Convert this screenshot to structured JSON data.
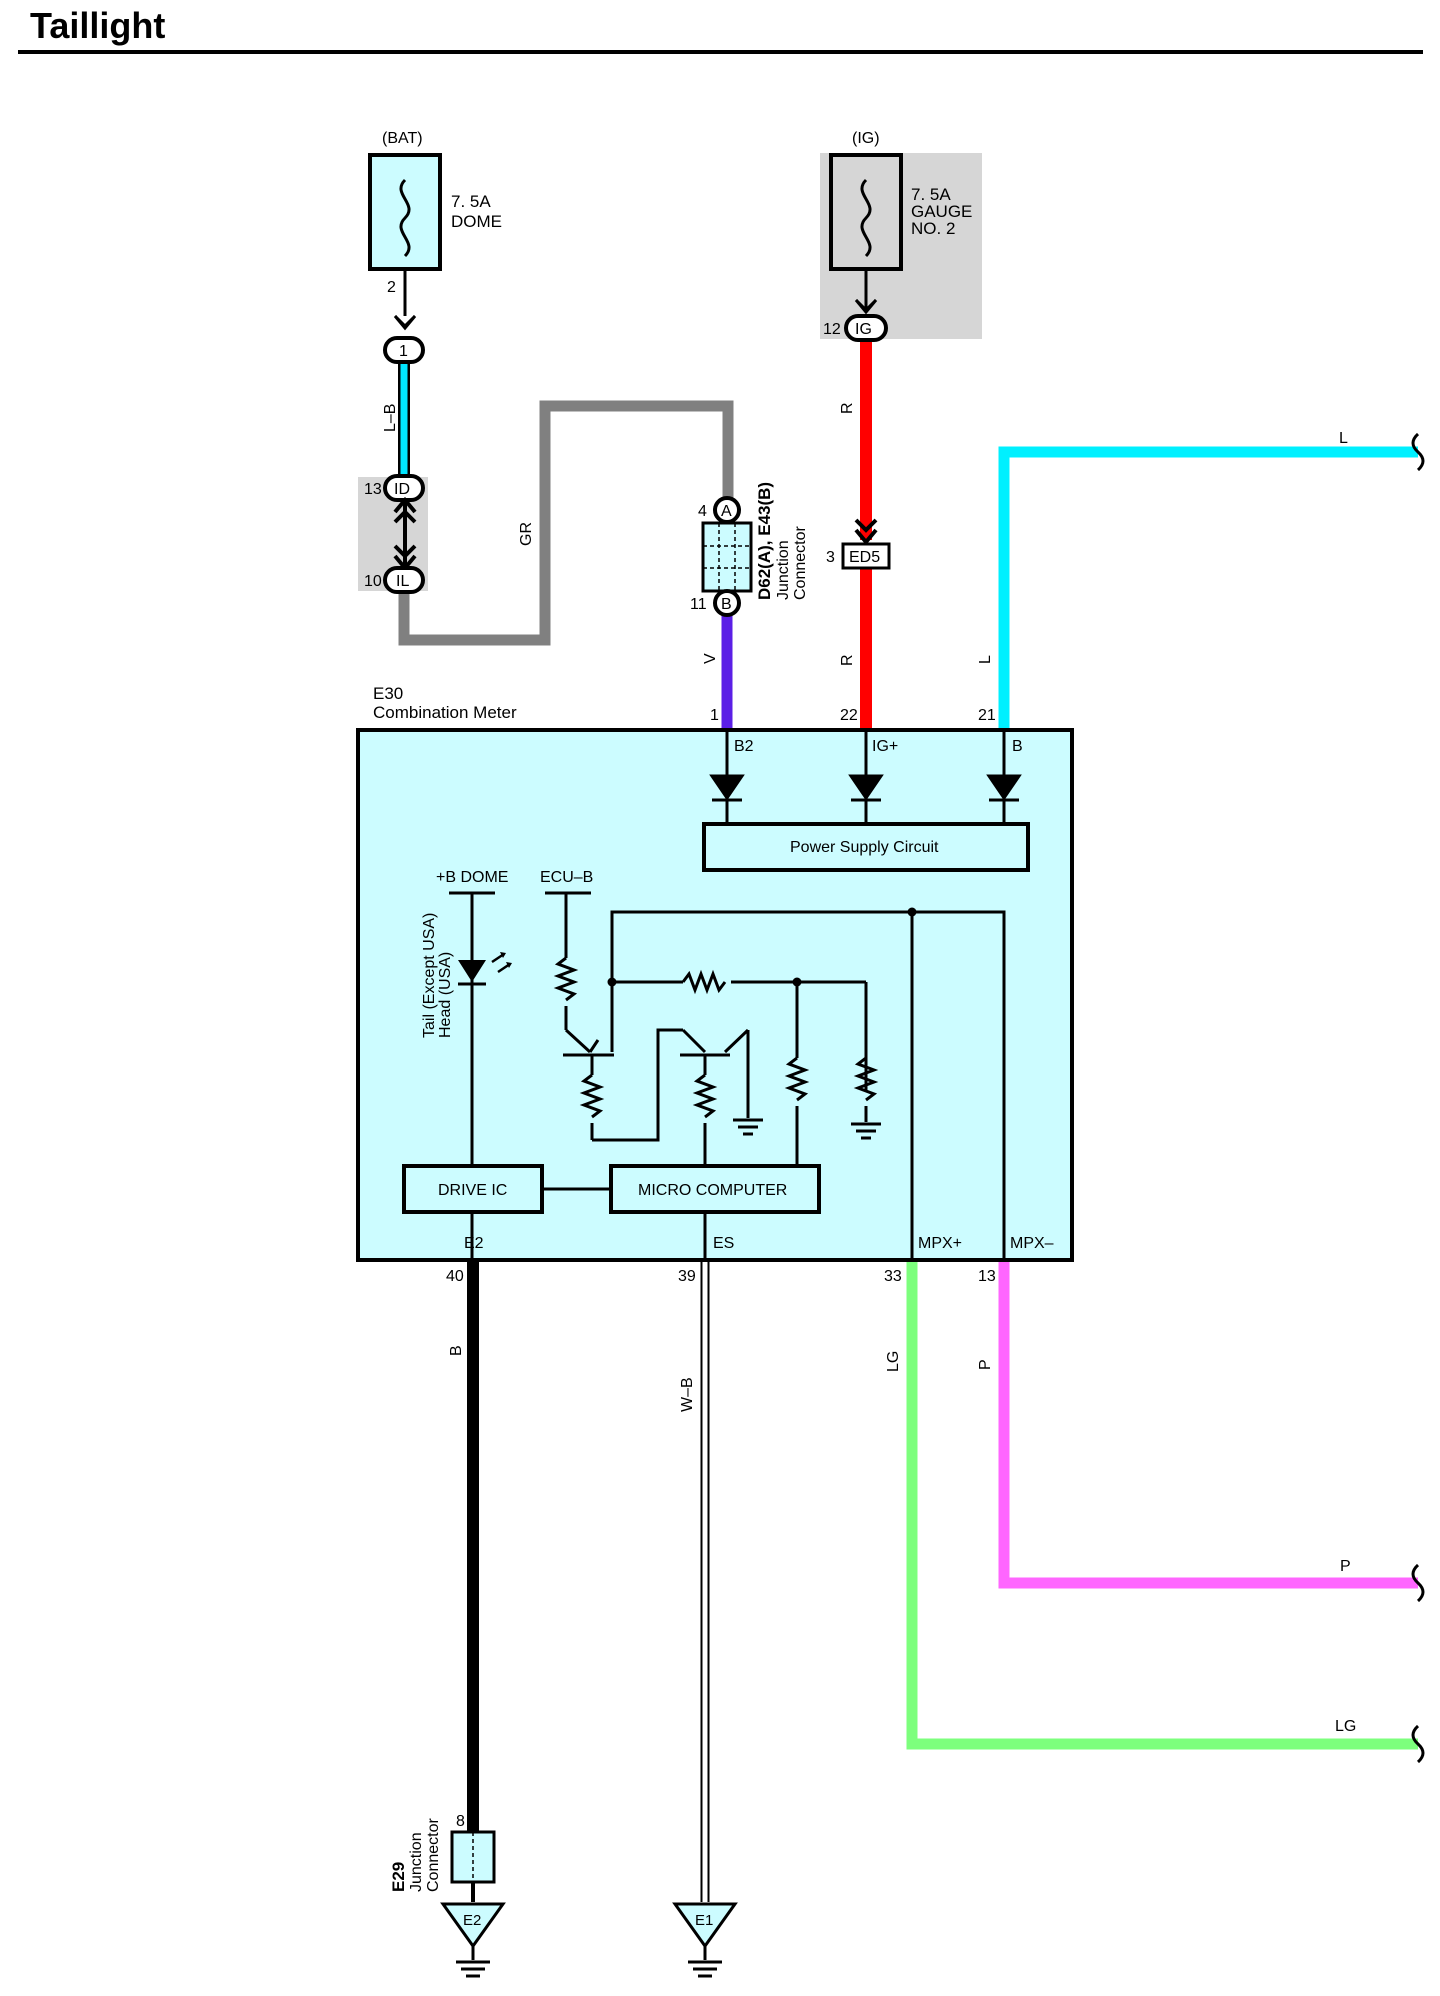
{
  "title": "Taillight",
  "fuses": {
    "bat": {
      "source": "(BAT)",
      "rating": "7. 5A",
      "name": "DOME",
      "pin": "2"
    },
    "ig": {
      "source": "(IG)",
      "rating": "7. 5A",
      "name_line1": "GAUGE",
      "name_line2": "NO. 2"
    }
  },
  "connectors": {
    "c1": {
      "label": "1"
    },
    "id": {
      "label": "ID",
      "pin": "13"
    },
    "il": {
      "label": "IL",
      "pin": "10"
    },
    "ig": {
      "label": "IG",
      "pin": "12"
    },
    "a": {
      "label": "A",
      "pin": "4"
    },
    "b": {
      "label": "B",
      "pin": "11"
    },
    "ed5": {
      "label": "ED5",
      "pin": "3"
    },
    "junction_d62": {
      "line1": "D62(A), E43(B)",
      "line2": "Junction",
      "line3": "Connector"
    },
    "e29": {
      "code": "E29",
      "line2": "Junction",
      "line3": "Connector",
      "pin": "8"
    }
  },
  "wires": {
    "lb": "L–B",
    "gr": "GR",
    "r_top": "R",
    "r_low": "R",
    "v": "V",
    "l": "L",
    "l_right": "L",
    "b": "B",
    "wb": "W–B",
    "lg": "LG",
    "lg_right": "LG",
    "p": "P",
    "p_right": "P"
  },
  "meter": {
    "code": "E30",
    "name": "Combination Meter",
    "pins": {
      "b2": "1",
      "igp": "22",
      "b": "21",
      "e2": "40",
      "es": "39",
      "mpxp": "33",
      "mpxm": "13"
    },
    "terminals": {
      "b2": "B2",
      "igp": "IG+",
      "b": "B",
      "e2": "E2",
      "es": "ES",
      "mpxp": "MPX+",
      "mpxm": "MPX–",
      "bdome": "+B DOME",
      "ecub": "ECU–B"
    },
    "psc": "Power Supply Circuit",
    "drive_ic": "DRIVE IC",
    "micro": "MICRO COMPUTER",
    "led_line1": "Tail (Except USA)",
    "led_line2": "Head (USA)"
  },
  "grounds": {
    "e2": "E2",
    "e1": "E1"
  },
  "colors": {
    "lb": "#00e5ff",
    "gr": "#808080",
    "r": "#ff0000",
    "v": "#5b1fe6",
    "l": "#00f0ff",
    "b": "#000000",
    "lg": "#7dff7d",
    "p": "#ff66ff",
    "meter_fill": "#ccfcff",
    "shade": "#d6d6d6"
  }
}
